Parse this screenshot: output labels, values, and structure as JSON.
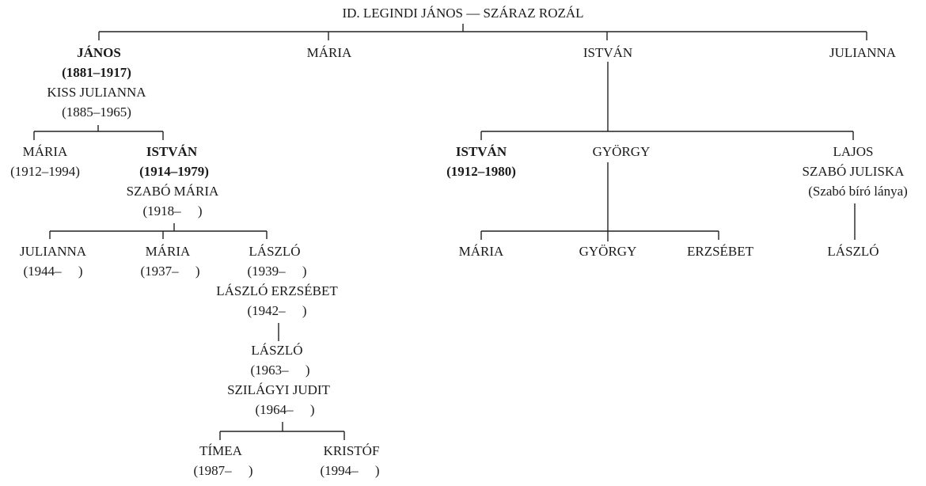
{
  "root": "ID. LEGINDI JÁNOS — SZÁRAZ ROZÁL",
  "gen1": {
    "janos": {
      "name": "JÁNOS",
      "dates": "(1881–1917)",
      "spouse": "KISS JULIANNA",
      "spouse_dates": "(1885–1965)"
    },
    "maria": {
      "name": "MÁRIA"
    },
    "istvan": {
      "name": "ISTVÁN"
    },
    "julianna": {
      "name": "JULIANNA"
    }
  },
  "janos_children": {
    "maria": {
      "name": "MÁRIA",
      "dates": "(1912–1994)"
    },
    "istvan": {
      "name": "ISTVÁN",
      "dates": "(1914–1979)",
      "spouse": "SZABÓ MÁRIA",
      "spouse_dates": "(1918–     )"
    }
  },
  "istvan_1914_children": {
    "julianna": {
      "name": "JULIANNA",
      "dates": "(1944–     )"
    },
    "maria": {
      "name": "MÁRIA",
      "dates": "(1937–     )"
    },
    "laszlo": {
      "name": "LÁSZLÓ",
      "dates": "(1939–     )",
      "spouse": "LÁSZLÓ ERZSÉBET",
      "spouse_dates": "(1942–     )"
    }
  },
  "laszlo_1939_child": {
    "name": "LÁSZLÓ",
    "dates": "(1963–     )",
    "spouse": "SZILÁGYI JUDIT",
    "spouse_dates": "(1964–     )"
  },
  "laszlo_1963_children": {
    "timea": {
      "name": "TÍMEA",
      "dates": "(1987–     )"
    },
    "kristof": {
      "name": "KRISTÓF",
      "dates": "(1994–     )"
    }
  },
  "istvan_children": {
    "istvan": {
      "name": "ISTVÁN",
      "dates": "(1912–1980)"
    },
    "gyorgy": {
      "name": "GYÖRGY"
    },
    "lajos": {
      "name": "LAJOS",
      "spouse": "SZABÓ JULISKA",
      "spouse_note": "(Szabó bíró lánya)"
    }
  },
  "gyorgy_children": {
    "maria": {
      "name": "MÁRIA"
    },
    "gyorgy": {
      "name": "GYÖRGY"
    },
    "erzsebet": {
      "name": "ERZSÉBET"
    }
  },
  "lajos_child": {
    "name": "LÁSZLÓ"
  }
}
